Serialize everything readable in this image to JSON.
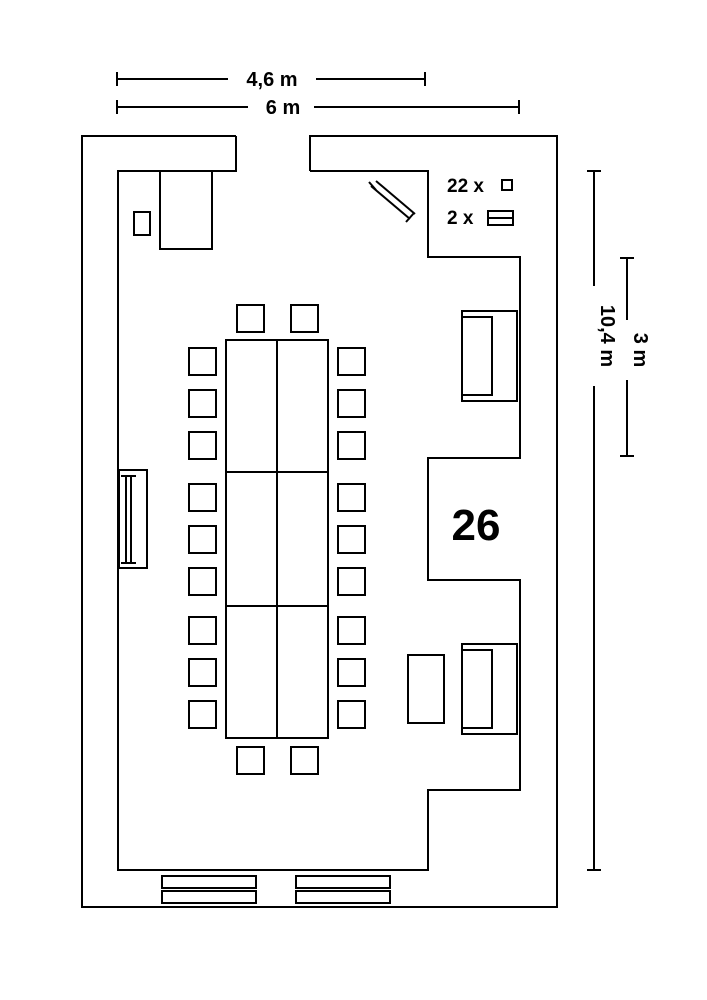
{
  "room": {
    "number": "26"
  },
  "dimensions": {
    "width_inner": "4,6 m",
    "width_outer": "6 m",
    "length": "10,4 m",
    "side_section": "3 m"
  },
  "legend": {
    "chairs": "22 x",
    "sofas": "2 x"
  },
  "colors": {
    "line": "#000000",
    "background": "#ffffff"
  }
}
